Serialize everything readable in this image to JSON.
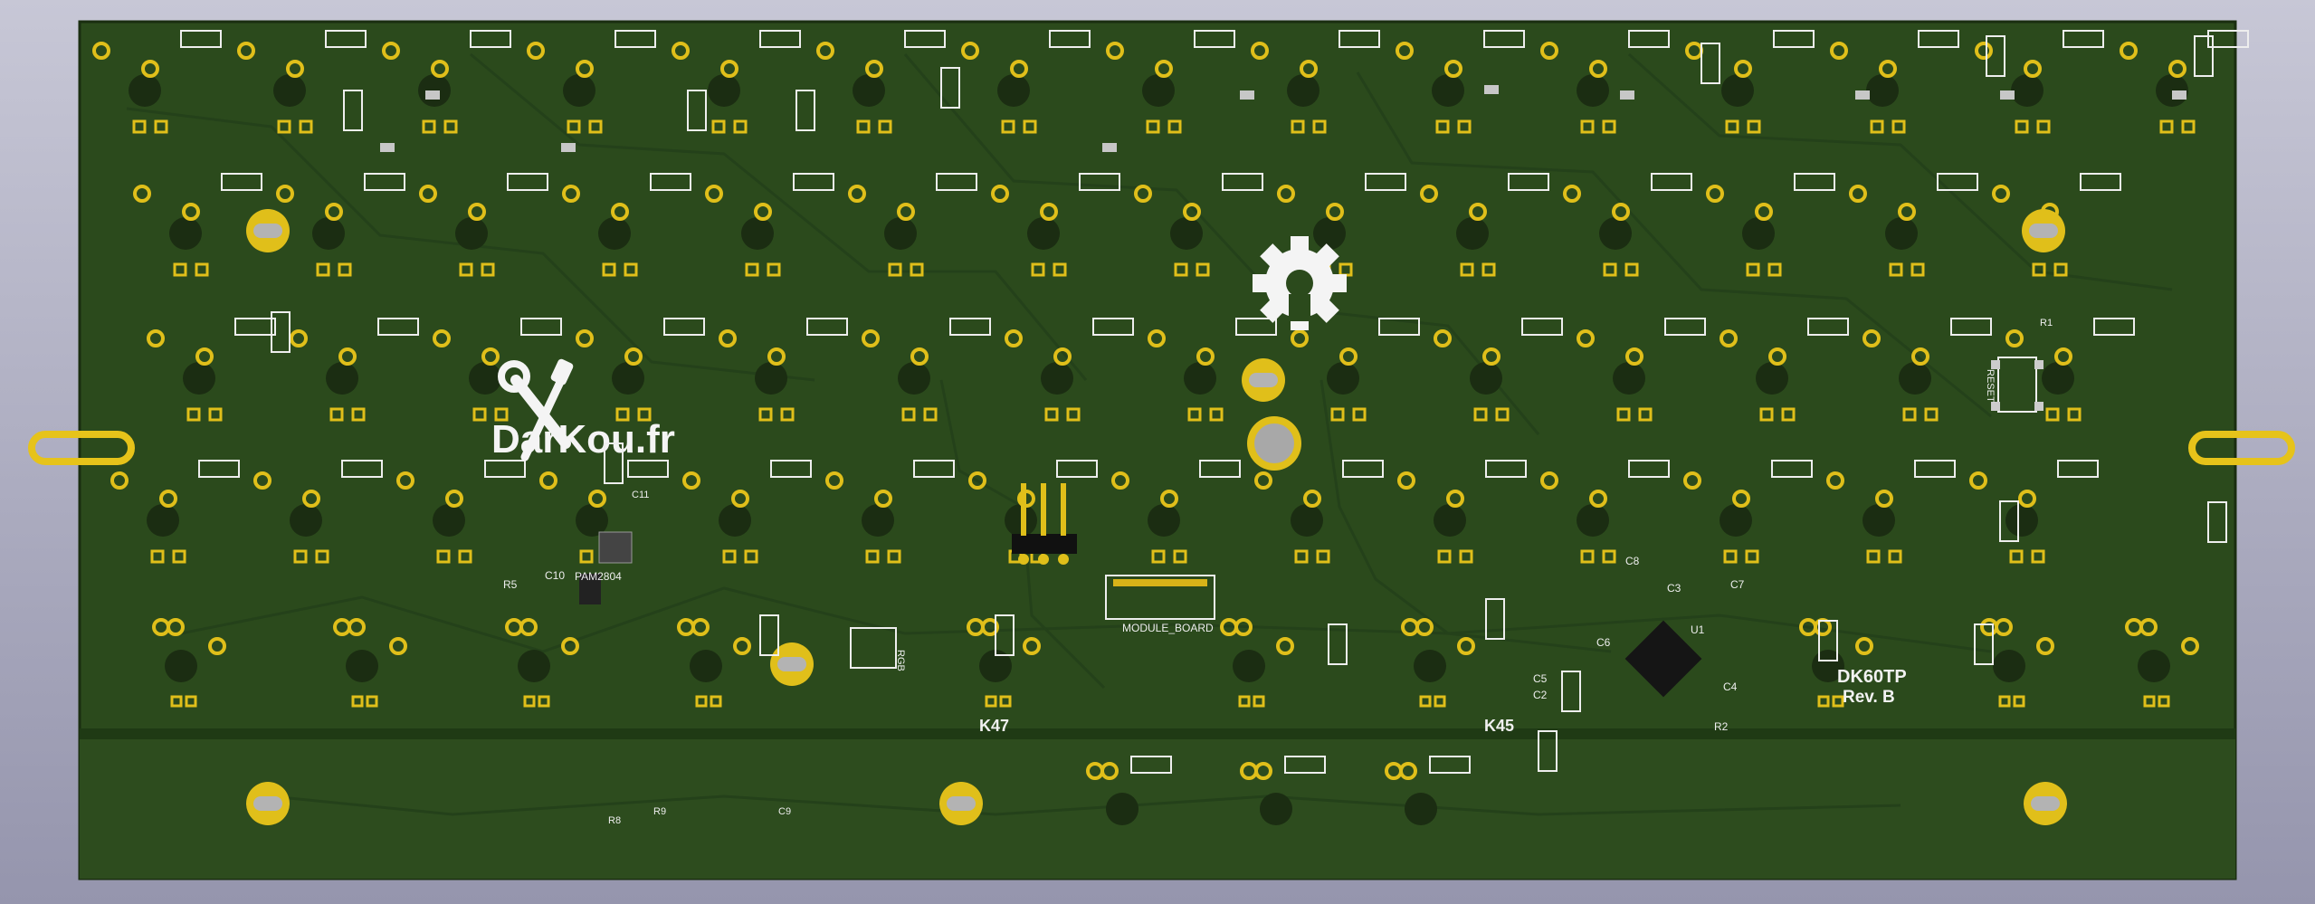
{
  "board": {
    "brand_text": "DarKou.fr",
    "title_text": "DK60TP",
    "revision_text": "Rev. B",
    "colors": {
      "background_top": "#c7c7d6",
      "background_bottom": "#9595ad",
      "pcb": "#2b4a1c",
      "pcb_dark": "#1f3a14",
      "copper_pad": "#e0bf1a",
      "silkscreen": "#f2f2f2"
    }
  },
  "labels": {
    "module_board": "MODULE_BOARD",
    "rgb": "RGB",
    "reset": "RESET",
    "ic_pam": "PAM2804",
    "k47": "K47",
    "k45": "K45",
    "u1": "U1",
    "r1": "R1",
    "r2": "R2",
    "r5": "R5",
    "r8": "R8",
    "r9": "R9",
    "c2": "C2",
    "c3": "C3",
    "c4": "C4",
    "c5": "C5",
    "c6": "C6",
    "c7": "C7",
    "c8": "C8",
    "c9": "C9",
    "c10": "C10",
    "c11": "C11"
  },
  "icons": {
    "logo": "wrench-and-screwdriver-icon",
    "open_hardware": "gear-icon"
  }
}
